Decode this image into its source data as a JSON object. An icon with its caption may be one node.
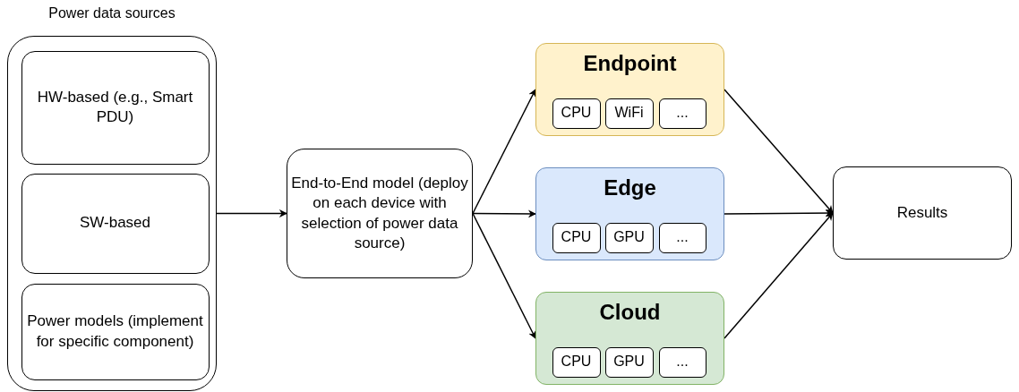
{
  "diagram": {
    "nodes": [
      {
        "text": [
          "Power data sources"
        ]
      },
      {
        "text": [
          "HW-based (e.g., Smart PDU)"
        ],
        "in": 0
      },
      {
        "text": [
          "SW-based"
        ],
        "in": 0
      },
      {
        "text": [
          "Power models (implement for specific component)"
        ],
        "in": 0
      },
      {
        "text": [
          "End-to-End model (deploy on each device with selection of power data source)"
        ]
      },
      {
        "text": [
          "Endpoint"
        ]
      },
      {
        "text": [
          "CPU"
        ],
        "in": 5
      },
      {
        "text": [
          "WiFi"
        ],
        "in": 5
      },
      {
        "text": [
          "..."
        ],
        "in": 5
      },
      {
        "text": [
          "Edge"
        ]
      },
      {
        "text": [
          "CPU"
        ],
        "in": 9
      },
      {
        "text": [
          "GPU"
        ],
        "in": 9
      },
      {
        "text": [
          "..."
        ],
        "in": 9
      },
      {
        "text": [
          "Cloud"
        ]
      },
      {
        "text": [
          "CPU"
        ],
        "in": 13
      },
      {
        "text": [
          "GPU"
        ],
        "in": 13
      },
      {
        "text": [
          "..."
        ],
        "in": 13
      },
      {
        "text": [
          "Results"
        ]
      }
    ],
    "edges": [
      {
        "from": 0,
        "to": 4,
        "arrow": "to"
      },
      {
        "from": 4,
        "to": 5,
        "arrow": "to"
      },
      {
        "from": 4,
        "to": 9,
        "arrow": "to"
      },
      {
        "from": 4,
        "to": 13,
        "arrow": "to"
      },
      {
        "from": 5,
        "to": 17,
        "arrow": "to"
      },
      {
        "from": 9,
        "to": 17,
        "arrow": "to"
      },
      {
        "from": 13,
        "to": 17,
        "arrow": "to"
      }
    ]
  }
}
